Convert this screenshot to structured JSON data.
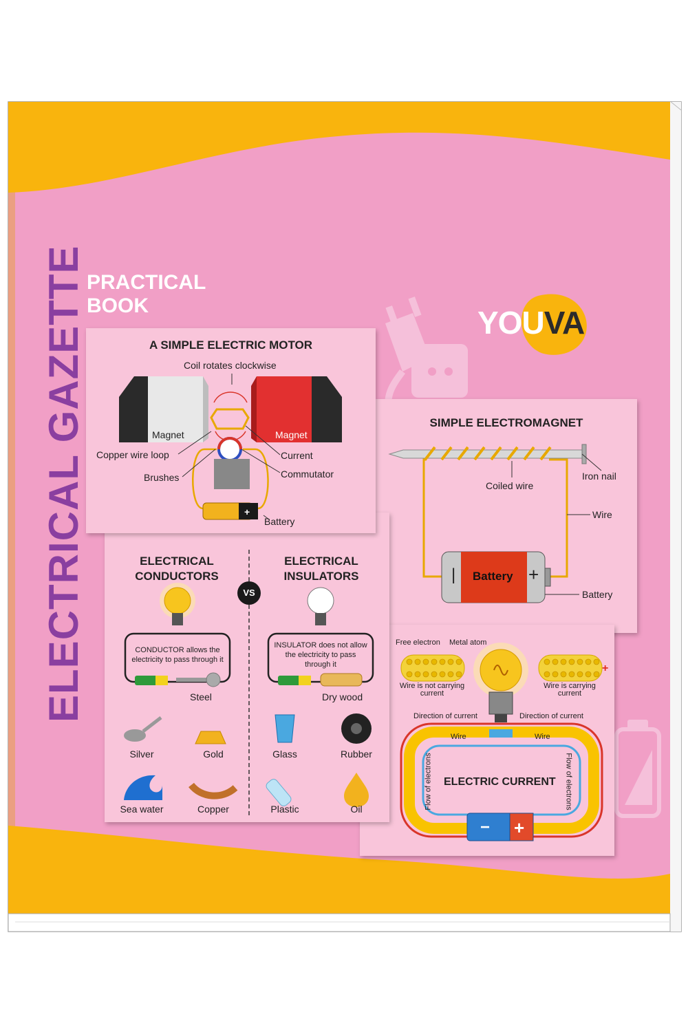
{
  "cover": {
    "vertical_title": "ELECTRICAL GAZETTE",
    "subtitle_line1": "PRACTICAL",
    "subtitle_line2": "BOOK",
    "brand_you": "YOU",
    "brand_va": "VA"
  },
  "motor": {
    "title": "A SIMPLE ELECTRIC MOTOR",
    "coil_label": "Coil rotates clockwise",
    "magnet_left": "Magnet",
    "magnet_right": "Magnet",
    "copper_wire": "Copper wire loop",
    "current": "Current",
    "brushes": "Brushes",
    "commutator": "Commutator",
    "battery": "Battery"
  },
  "electromagnet": {
    "title": "SIMPLE ELECTROMAGNET",
    "iron_nail": "Iron nail",
    "coiled_wire": "Coiled wire",
    "wire": "Wire",
    "battery_center": "Battery",
    "battery_label": "Battery"
  },
  "conductors": {
    "title_line1": "ELECTRICAL",
    "title_line2": "CONDUCTORS",
    "vs": "VS",
    "desc_line1": "CONDUCTOR allows the",
    "desc_line2": "electricity to pass through it",
    "test_item": "Steel",
    "items": [
      "Silver",
      "Gold",
      "Sea water",
      "Copper"
    ]
  },
  "insulators": {
    "title_line1": "ELECTRICAL",
    "title_line2": "INSULATORS",
    "desc_line1": "INSULATOR does not allow",
    "desc_line2": "the electricity to pass",
    "desc_line3": "through it",
    "test_item": "Dry wood",
    "items": [
      "Glass",
      "Rubber",
      "Plastic",
      "Oil"
    ]
  },
  "current": {
    "free_electron": "Free electron",
    "metal_atom": "Metal atom",
    "not_carrying_1": "Wire is not carrying",
    "not_carrying_2": "current",
    "carrying_1": "Wire is carrying",
    "carrying_2": "current",
    "direction_left": "Direction of current",
    "direction_right": "Direction of current",
    "wire_left": "Wire",
    "wire_right": "Wire",
    "flow_left": "Flow of electrons",
    "flow_right": "Flow of electrons",
    "title": "ELECTRIC CURRENT"
  },
  "colors": {
    "cover_pink": "#f19fc6",
    "band_yellow": "#f9b40d",
    "panel_pink": "#f9c5da",
    "title_purple": "#8a3fa0"
  }
}
